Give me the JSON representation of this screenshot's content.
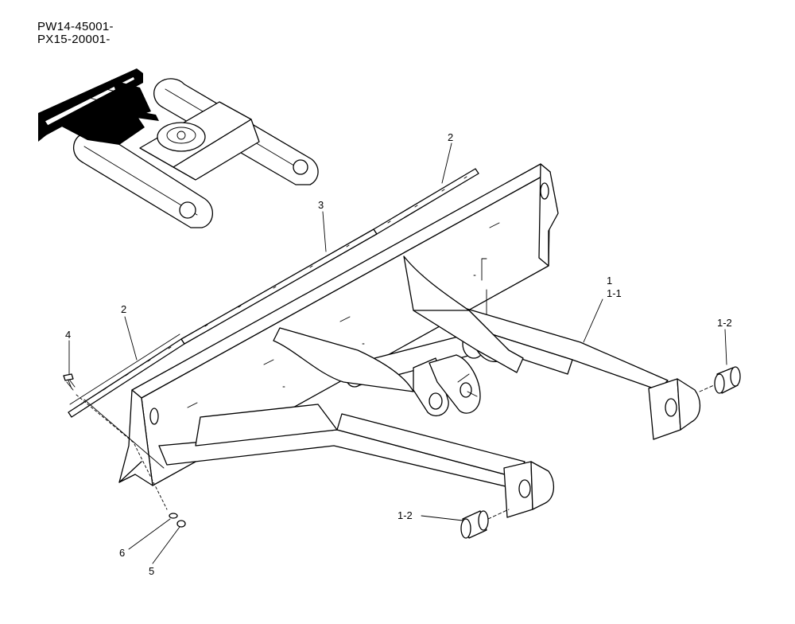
{
  "serials": [
    "PW14-45001-",
    "PX15-20001-"
  ],
  "callouts": {
    "c1": "1",
    "c1_1": "1-1",
    "c1_2_right": "1-2",
    "c1_2_left": "1-2",
    "c2_top": "2",
    "c2_left": "2",
    "c3": "3",
    "c4": "4",
    "c5": "5",
    "c6": "6"
  }
}
